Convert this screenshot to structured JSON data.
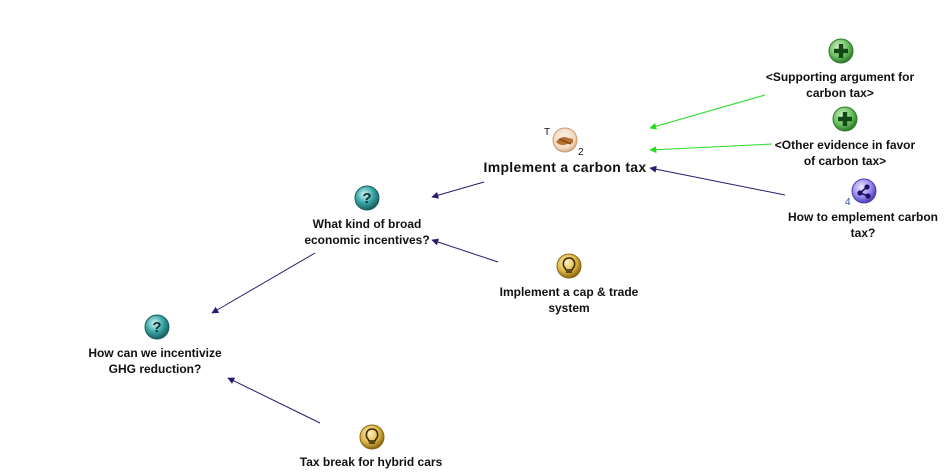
{
  "nodes": {
    "carbon_tax": {
      "label": "Implement a carbon tax",
      "icon": "handshake-icon",
      "tag": "T",
      "count": "2"
    },
    "supporting_argument": {
      "line1": "<Supporting argument for",
      "line2": "carbon tax>",
      "icon": "plus-icon"
    },
    "other_evidence": {
      "line1": "<Other evidence in favor",
      "line2": "of carbon tax>",
      "icon": "plus-icon"
    },
    "how_to_implement": {
      "line1": "How to emplement carbon",
      "line2": "tax?",
      "icon": "map-icon",
      "count": "4"
    },
    "economic_incentives": {
      "line1": "What kind of broad",
      "line2": "economic incentives?",
      "icon": "question-icon"
    },
    "cap_and_trade": {
      "line1": "Implement a cap & trade",
      "line2": "system",
      "icon": "lightbulb-icon"
    },
    "ghg_reduction": {
      "line1": "How can we incentivize",
      "line2": "GHG reduction?",
      "icon": "question-icon"
    },
    "hybrid_cars": {
      "label": "Tax break for hybrid cars",
      "icon": "lightbulb-icon"
    }
  },
  "colors": {
    "pro_link": "#22dd22",
    "default_link": "#2a1a6e",
    "question_icon": "#3aa7a7",
    "plus_icon": "#2f8a2f",
    "idea_icon": "#d4a62a",
    "map_icon": "#7a6ae0"
  }
}
